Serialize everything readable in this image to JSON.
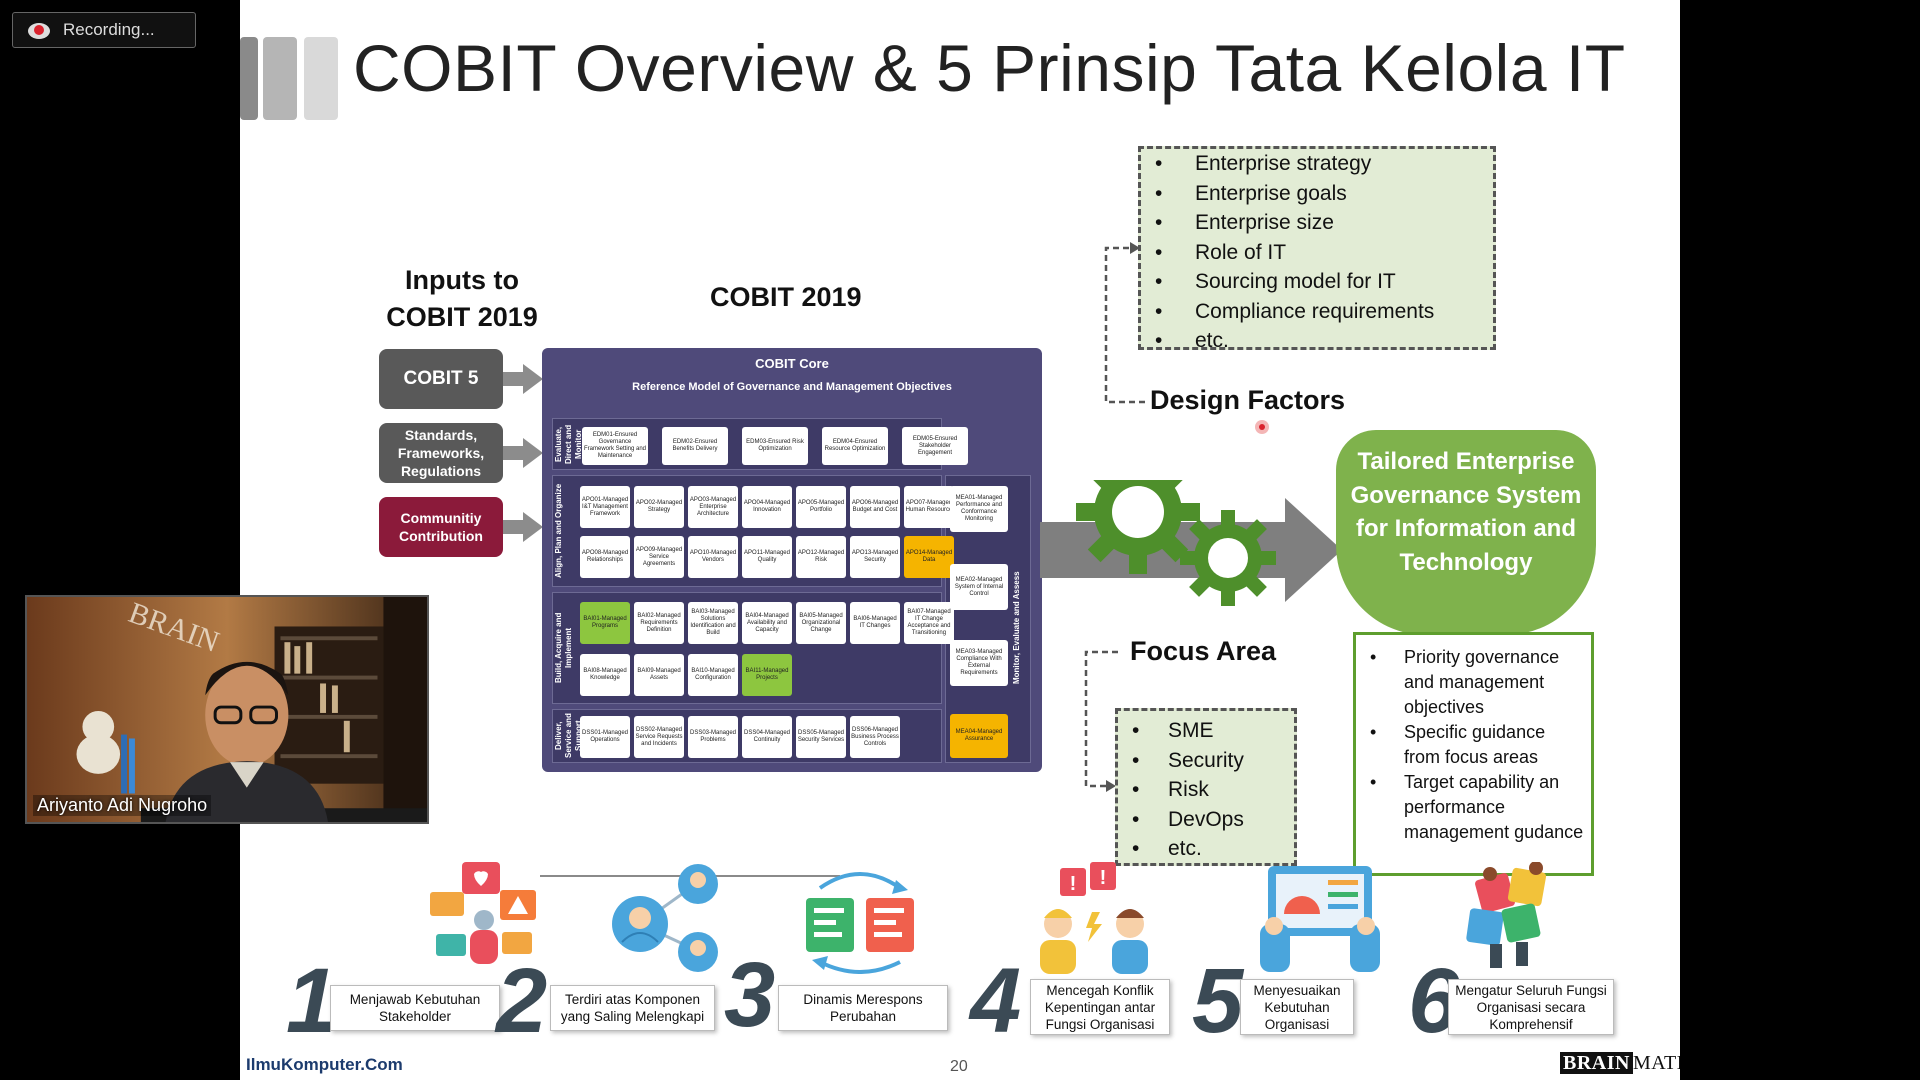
{
  "recording": {
    "label": "Recording..."
  },
  "slide": {
    "title": "COBIT Overview & 5 Prinsip Tata Kelola IT",
    "inputs_heading": "Inputs to COBIT 2019",
    "cobit_heading": "COBIT 2019",
    "inputs": [
      "COBIT 5",
      "Standards, Frameworks, Regulations",
      "Communitiy Contribution"
    ],
    "core": {
      "title": "COBIT Core",
      "subtitle": "Reference Model of Governance and Management Objectives",
      "band_labels": [
        "Evaluate, Direct and Monitor",
        "Align, Plan and Organize",
        "Build, Acquire and Implement",
        "Deliver, Service and Support",
        "Monitor, Evaluate and Assess"
      ],
      "edm": [
        "EDM01-Ensured Governance Framework Setting and Maintenance",
        "EDM02-Ensured Benefits Delivery",
        "EDM03-Ensured Risk Optimization",
        "EDM04-Ensured Resource Optimization",
        "EDM05-Ensured Stakeholder Engagement"
      ],
      "apo_row1": [
        "APO01-Managed I&T Management Framework",
        "APO02-Managed Strategy",
        "APO03-Managed Enterprise Architecture",
        "APO04-Managed Innovation",
        "APO05-Managed Portfolio",
        "APO06-Managed Budget and Cost",
        "APO07-Managed Human Resource"
      ],
      "apo_row2": [
        "APO08-Managed Relationships",
        "APO09-Managed Service Agreements",
        "APO10-Managed Vendors",
        "APO11-Managed Quality",
        "APO12-Managed Risk",
        "APO13-Managed Security",
        "APO14-Managed Data"
      ],
      "bai_row1": [
        "BAI01-Managed Programs",
        "BAI02-Managed Requirements Definition",
        "BAI03-Managed Solutions Identification and Build",
        "BAI04-Managed Availability and Capacity",
        "BAI05-Managed Organizational Change",
        "BAI06-Managed IT Changes",
        "BAI07-Managed IT Change Acceptance and Transitioning"
      ],
      "bai_row2": [
        "BAI08-Managed Knowledge",
        "BAI09-Managed Assets",
        "BAI10-Managed Configuration",
        "BAI11-Managed Projects"
      ],
      "dss": [
        "DSS01-Managed Operations",
        "DSS02-Managed Service Requests and Incidents",
        "DSS03-Managed Problems",
        "DSS04-Managed Continuity",
        "DSS05-Managed Security Services",
        "DSS06-Managed Business Process Controls"
      ],
      "mea": [
        "MEA01-Managed Performance and Conformance Monitoring",
        "MEA02-Managed System of Internal Control",
        "MEA03-Managed Compliance With External Requirements",
        "MEA04-Managed Assurance"
      ]
    },
    "design_factors": {
      "title": "Design Factors",
      "items": [
        "Enterprise strategy",
        "Enterprise goals",
        "Enterprise size",
        "Role of IT",
        "Sourcing model for IT",
        "Compliance requirements",
        "etc."
      ]
    },
    "focus_area": {
      "title": "Focus Area",
      "items": [
        "SME",
        "Security",
        "Risk",
        "DevOps",
        "etc."
      ]
    },
    "tailored": {
      "title": "Tailored Enterprise Governance System for Information and Technology",
      "items": [
        "Priority governance and management objectives",
        "Specific guidance from focus areas",
        "Target capability an performance management gudance"
      ]
    },
    "principles": [
      {
        "num": "1",
        "label": "Menjawab Kebutuhan Stakeholder"
      },
      {
        "num": "2",
        "label": "Terdiri atas Komponen yang Saling Melengkapi"
      },
      {
        "num": "3",
        "label": "Dinamis Merespons Perubahan"
      },
      {
        "num": "4",
        "label": "Mencegah Konflik Kepentingan antar Fungsi Organisasi"
      },
      {
        "num": "5",
        "label": "Menyesuaikan Kebutuhan Organisasi"
      },
      {
        "num": "6",
        "label": "Mengatur Seluruh Fungsi Organisasi secara Komprehensif"
      }
    ],
    "footer_left": "IlmuKomputer.Com",
    "page_number": "20",
    "footer_brand_a": "BRAIN",
    "footer_brand_b": "MATICS"
  },
  "webcam": {
    "name": "Ariyanto Adi Nugroho",
    "wall_sign": "BRAIN"
  },
  "colors": {
    "input_gray": "#595959",
    "input_maroon": "#8b1a3a",
    "core_purple": "#4f4a7a",
    "green": "#7fb24c",
    "highlight_green": "#8dc63f",
    "highlight_yellow": "#f5b400"
  }
}
